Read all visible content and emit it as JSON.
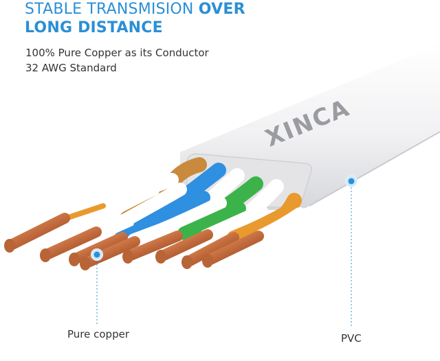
{
  "headline": {
    "line1_regular": "STABLE TRANSMISION ",
    "line1_bold": "OVER",
    "line2_bold": "LONG DISTANCE"
  },
  "subtext": {
    "line1": "100% Pure Copper as its Conductor",
    "line2": "32 AWG Standard"
  },
  "brand": "XINCA",
  "callouts": {
    "copper": "Pure copper",
    "pvc": "PVC"
  },
  "colors": {
    "accent": "#2a8fd6",
    "jacket": "#f2f2f4",
    "copper": "#c8784a",
    "orange": "#e89a2e",
    "blue": "#2f8fe0",
    "green": "#3bb34a",
    "brown": "#c98a3e"
  }
}
